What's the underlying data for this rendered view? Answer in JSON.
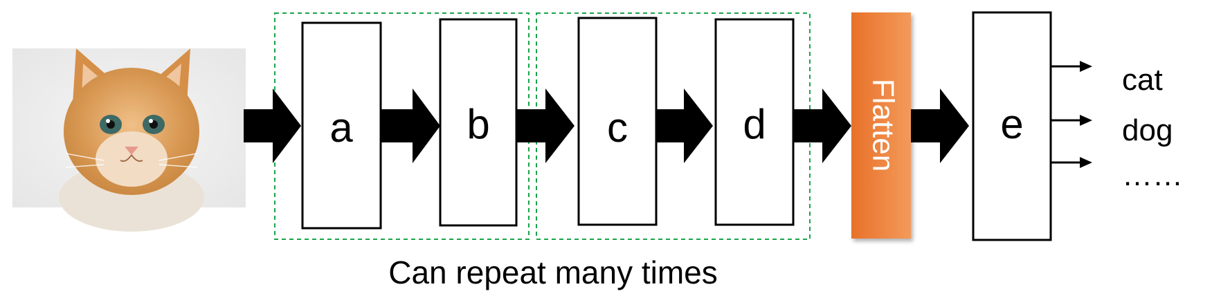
{
  "diagram": {
    "input_image": {
      "subject": "kitten-photo"
    },
    "layers": [
      {
        "label": "a"
      },
      {
        "label": "b"
      },
      {
        "label": "c"
      },
      {
        "label": "d"
      },
      {
        "label": "e"
      }
    ],
    "flatten": {
      "label": "Flatten",
      "color": "#ED7D31"
    },
    "outputs": [
      "cat",
      "dog",
      "……"
    ],
    "caption": "Can repeat many times",
    "colors": {
      "group_border": "#1AA34A",
      "arrow": "#000000",
      "box_border": "#000000"
    }
  }
}
